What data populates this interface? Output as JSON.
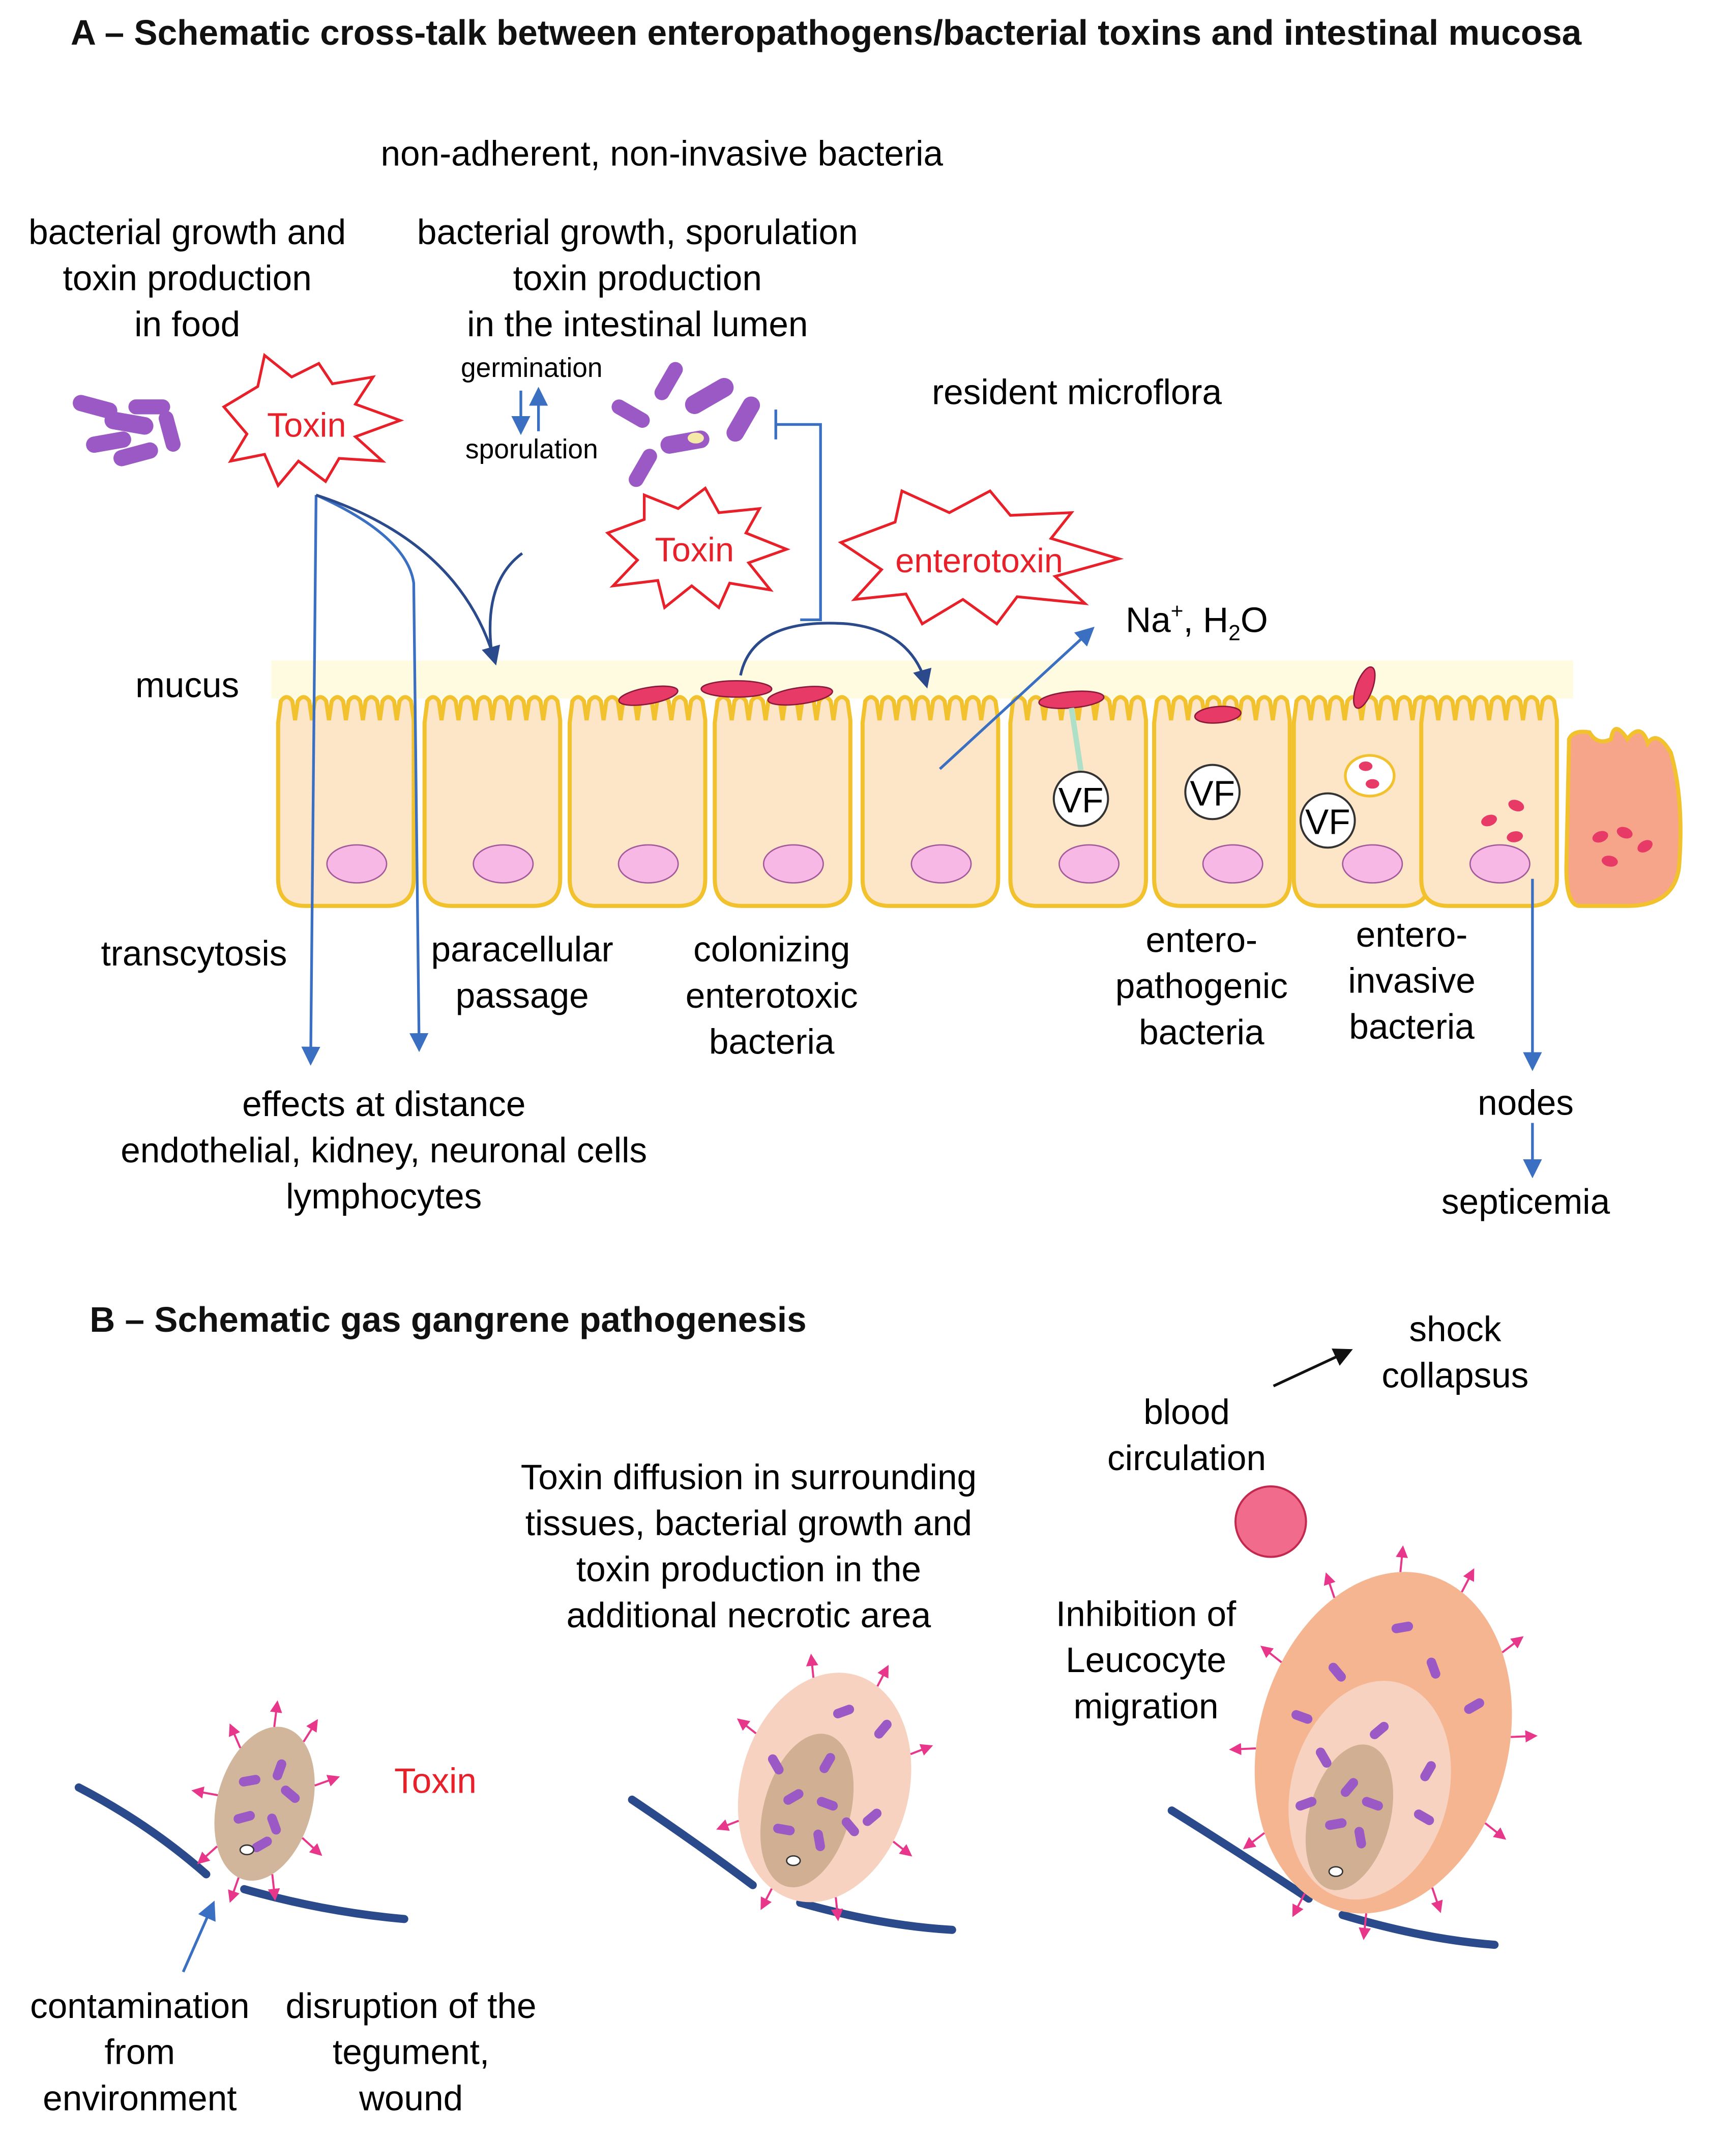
{
  "panel_a": {
    "title": "A – Schematic cross-talk between enteropathogens/bacterial toxins and intestinal mucosa",
    "non_adherent": "non-adherent, non-invasive bacteria",
    "food": [
      "bacterial growth and",
      "toxin production",
      "in food"
    ],
    "lumen": [
      "bacterial growth, sporulation",
      "toxin production",
      "in the intestinal lumen"
    ],
    "germination": "germination",
    "sporulation": "sporulation",
    "toxin": "Toxin",
    "enterotoxin": "enterotoxin",
    "resident_microflora": "resident microflora",
    "na_h2o": {
      "na": "Na",
      "plus": "+",
      "comma_h": ", H",
      "sub": "2",
      "o": "O"
    },
    "mucus": "mucus",
    "vf": "VF",
    "transcytosis": "transcytosis",
    "paracellular": [
      "paracellular",
      "passage"
    ],
    "colonizing": [
      "colonizing",
      "enterotoxic",
      "bacteria"
    ],
    "enteropathogenic": [
      "entero-",
      "pathogenic",
      "bacteria"
    ],
    "enteroinvasive": [
      "entero-",
      "invasive",
      "bacteria"
    ],
    "effects": [
      "effects at distance",
      "endothelial, kidney, neuronal cells",
      "lymphocytes"
    ],
    "nodes": "nodes",
    "septicemia": "septicemia"
  },
  "panel_b": {
    "title": "B – Schematic gas gangrene pathogenesis",
    "toxin": "Toxin",
    "contamination": [
      "contamination",
      "from",
      "environment"
    ],
    "disruption": [
      "disruption of the",
      "tegument,",
      "wound"
    ],
    "diffusion": [
      "Toxin diffusion in surrounding",
      "tissues, bacterial growth and",
      "toxin production in the",
      "additional necrotic area"
    ],
    "inhibition": [
      "Inhibition of",
      "Leucocyte",
      "migration"
    ],
    "blood": [
      "blood",
      "circulation"
    ],
    "shock": [
      "shock",
      "collapsus"
    ]
  },
  "colors": {
    "bacteria": "#9b59c6",
    "toxin_text": "#e8202a",
    "cell_fill": "#fde5c8",
    "cell_stroke": "#f2c12e",
    "nucleus": "#f7b8e6",
    "adherent_bacteria": "#e83a66",
    "arrow": "#3a6fc2",
    "skin": "#2b4a8b",
    "lesion_inner": "#c9a98a",
    "lesion_mid": "#f8d2c0",
    "lesion_outer": "#f6b591",
    "toxin_arrow": "#e8368a",
    "blood_cell": "#f06b8c"
  }
}
